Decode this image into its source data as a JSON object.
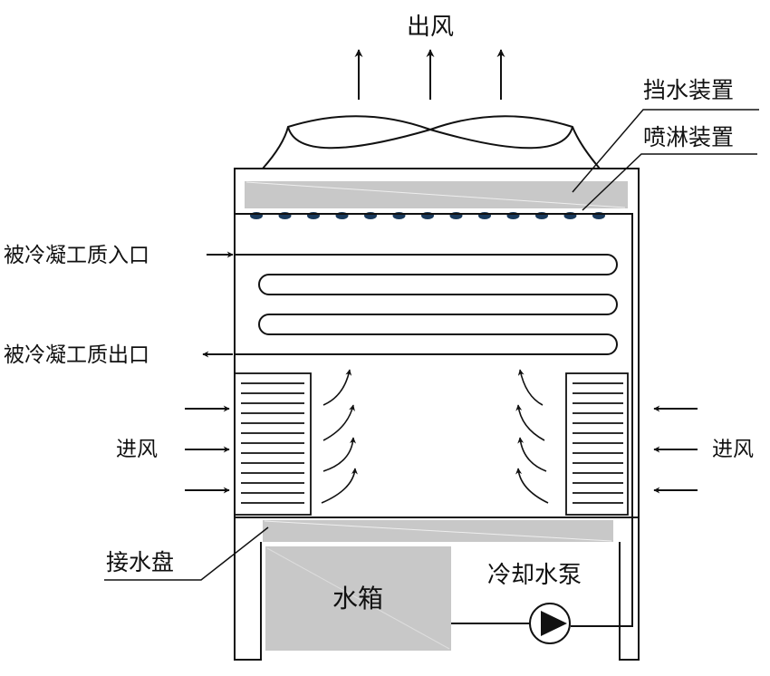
{
  "labels": {
    "air_out": "出风",
    "drift_eliminator": "挡水装置",
    "spray_device": "喷淋装置",
    "refrigerant_inlet": "被冷凝工质入口",
    "refrigerant_outlet": "被冷凝工质出口",
    "air_in_left": "进风",
    "air_in_right": "进风",
    "collection_basin": "接水盘",
    "water_tank": "水箱",
    "cooling_pump": "冷却水泵"
  },
  "colors": {
    "line": "#111111",
    "panel_fill": "#c8c8c8",
    "nozzle": "#1a3a5c",
    "background": "#ffffff"
  }
}
